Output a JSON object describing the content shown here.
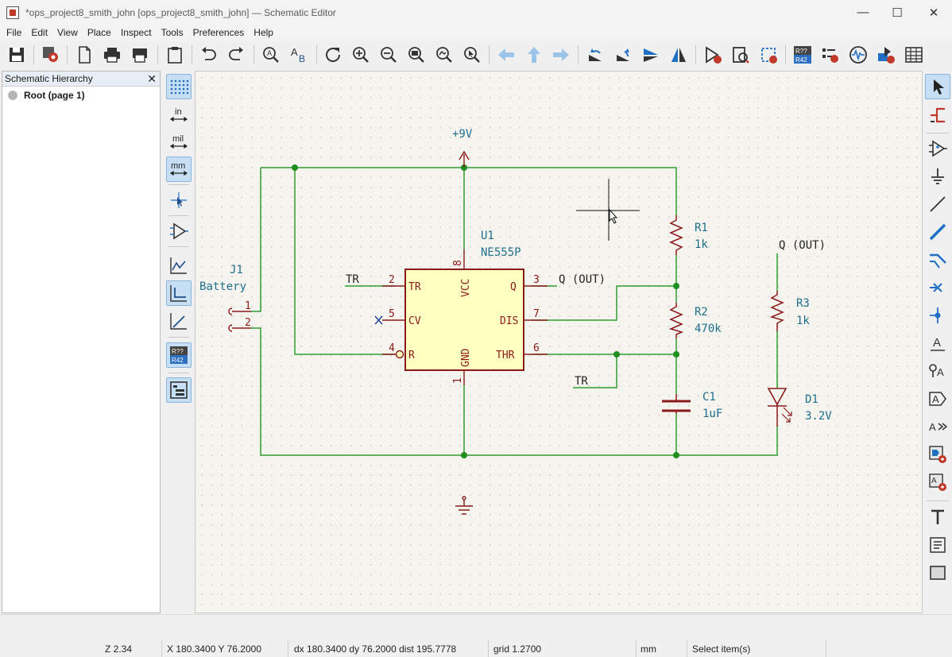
{
  "window": {
    "title": "*ops_project8_smith_john [ops_project8_smith_john] — Schematic Editor",
    "minimize": "—",
    "maximize": "☐",
    "close": "✕"
  },
  "menu": [
    "File",
    "Edit",
    "View",
    "Place",
    "Inspect",
    "Tools",
    "Preferences",
    "Help"
  ],
  "hierarchy": {
    "title": "Schematic Hierarchy",
    "close": "✕",
    "root": "Root (page 1)"
  },
  "left_tools": {
    "units_in": "in",
    "units_mil": "mil",
    "units_mm": "mm",
    "annotate_badge_top": "R??",
    "annotate_badge_bottom": "R42"
  },
  "toolbar": {
    "annotate_badge_top": "R??",
    "annotate_badge_bottom": "R42"
  },
  "schematic": {
    "power_label": "+9V",
    "u1_ref": "U1",
    "u1_value": "NE555P",
    "u1_pins": {
      "tr_num": "2",
      "tr_name": "TR",
      "cv_num": "5",
      "cv_name": "CV",
      "r_num": "4",
      "r_name": "R",
      "vcc_num": "8",
      "vcc_name": "VCC",
      "gnd_num": "1",
      "gnd_name": "GND",
      "q_num": "3",
      "q_name": "Q",
      "dis_num": "7",
      "dis_name": "DIS",
      "thr_num": "6",
      "thr_name": "THR"
    },
    "label_tr_left": "TR",
    "label_tr_bottom": "TR",
    "label_q_out": "Q (OUT)",
    "label_q_out_right": "Q (OUT)",
    "j1_ref": "J1",
    "j1_value": "Battery",
    "j1_pin1": "1",
    "j1_pin2": "2",
    "r1_ref": "R1",
    "r1_value": "1k",
    "r2_ref": "R2",
    "r2_value": "470k",
    "r3_ref": "R3",
    "r3_value": "1k",
    "c1_ref": "C1",
    "c1_value": "1uF",
    "d1_ref": "D1",
    "d1_value": "3.2V",
    "colors": {
      "wire": "#2f9e2f",
      "junction": "#1f8f1f",
      "symbol": "#8b1a1a",
      "symbol_fill": "#ffffc2",
      "ref_text": "#1f6f8b",
      "label_text": "#222222"
    }
  },
  "status": {
    "zoom": "Z 2.34",
    "xy": "X 180.3400  Y 76.2000",
    "delta": "dx 180.3400  dy 76.2000  dist 195.7778",
    "grid": "grid 1.2700",
    "units": "mm",
    "mode": "Select item(s)"
  }
}
